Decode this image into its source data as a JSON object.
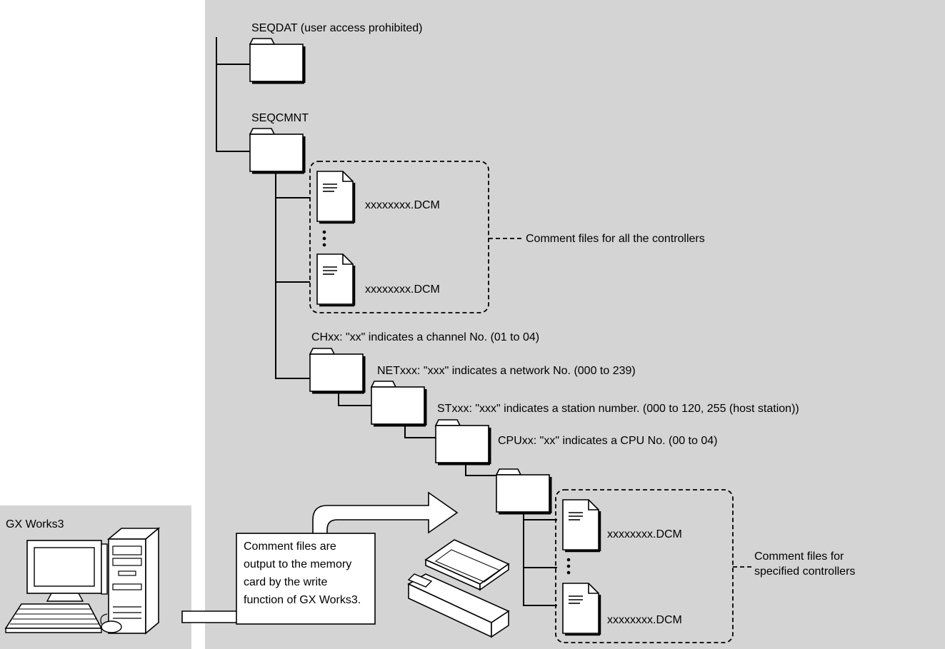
{
  "folders": {
    "seqdat": "SEQDAT (user access prohibited)",
    "seqcmnt": "SEQCMNT",
    "chxx": "CHxx: \"xx\" indicates a channel No. (01 to 04)",
    "netxxx": "NETxxx: \"xxx\" indicates a network No. (000 to 239)",
    "stxxx": "STxxx: \"xxx\" indicates a station number. (000 to 120, 255 (host station))",
    "cpuxx": "CPUxx: \"xx\" indicates a CPU No. (00 to 04)"
  },
  "files": {
    "group_all": [
      "xxxxxxxx.DCM",
      "xxxxxxxx.DCM"
    ],
    "group_specified": [
      "xxxxxxxx.DCM",
      "xxxxxxxx.DCM"
    ]
  },
  "annotations": {
    "all_controllers": "Comment files for all the controllers",
    "specified_line1": "Comment files for",
    "specified_line2": "specified controllers"
  },
  "pc": {
    "label": "GX Works3"
  },
  "callout": {
    "lines": [
      "Comment files are",
      "output to the memory",
      "card by the write",
      "function of GX Works3."
    ]
  },
  "colors": {
    "panel": "#d4d4d4",
    "white": "#ffffff",
    "stroke": "#000000"
  }
}
